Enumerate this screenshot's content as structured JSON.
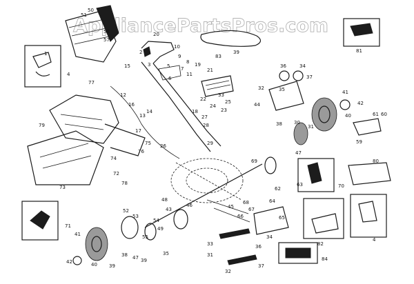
{
  "watermark": "AppliancePartsPros.com",
  "labels": {
    "n50": "50",
    "n51": "51",
    "n58": "58",
    "n57": "57",
    "n4": "4",
    "n20": "20",
    "n39": "39",
    "n81": "81",
    "n83": "83",
    "n33": "33",
    "n44": "44",
    "n36": "36",
    "n34": "34",
    "n32": "32",
    "n35": "35",
    "n37": "37",
    "n41": "41",
    "n42": "42",
    "n40": "40",
    "n59": "59",
    "n60": "60",
    "n61": "61",
    "n30": "30",
    "n31": "31",
    "n38": "38",
    "n77": "77",
    "n75": "75",
    "n76": "76",
    "n79": "79",
    "n78": "78",
    "n73": "73",
    "n74": "74",
    "n72": "72",
    "n12": "12",
    "n16": "16",
    "n14": "14",
    "n15": "15",
    "n26": "26",
    "n29": "29",
    "n47": "47",
    "n48": "48",
    "n49": "49",
    "n43": "43",
    "n52": "52",
    "n53": "53",
    "n54": "54",
    "n55": "55",
    "n62": "62",
    "n63": "63",
    "n64": "64",
    "n65": "65",
    "n80": "80",
    "n82": "82",
    "n84": "84",
    "n70": "70",
    "n71": "71",
    "n9": "9",
    "n10": "10",
    "n2": "2",
    "n3": "3",
    "n5": "5",
    "n6": "6",
    "n7": "7",
    "n8": "8",
    "n11": "11",
    "n1": "1",
    "n21": "21",
    "n22": "22",
    "n23": "23",
    "n24": "24",
    "n25": "25",
    "n27": "27",
    "n28": "28",
    "n46": "46",
    "n45": "45",
    "n66": "66",
    "n67": "67",
    "n68": "68",
    "n69": "69",
    "n17": "17",
    "n18": "18",
    "n19": "19",
    "n13": "13"
  }
}
